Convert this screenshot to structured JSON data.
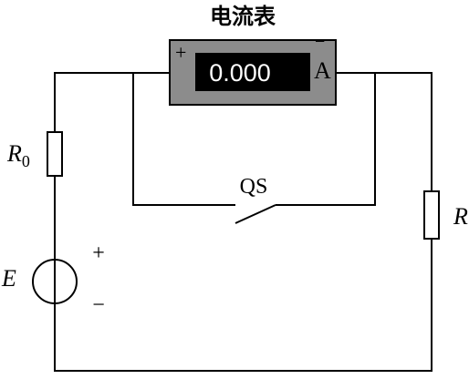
{
  "ammeter": {
    "title": "电流表",
    "reading": "0.000",
    "plus_terminal": "+",
    "minus_terminal": "−",
    "symbol": "A",
    "body_color": "#8c8c8c",
    "display_color": "#000000"
  },
  "switch": {
    "label": "QS"
  },
  "resistor_r0": {
    "label": "R",
    "subscript": "0"
  },
  "resistor_r": {
    "label": "R"
  },
  "source": {
    "label": "E",
    "plus": "+",
    "minus": "−"
  }
}
